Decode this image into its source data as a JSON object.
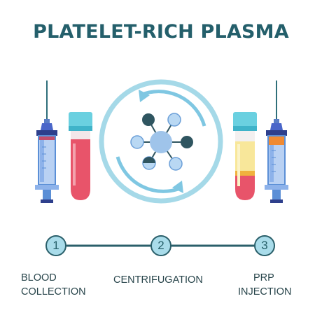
{
  "title": "PLATELET-RICH PLASMA",
  "colors": {
    "title": "#245f6b",
    "connector": "#2a5f6a",
    "step_fill": "#a9dcea",
    "blood": "#e8546a",
    "plasma_yellow": "#f8e79a",
    "syringe_blue": "#5b8fd6",
    "syringe_orange": "#f08a32",
    "cell": "#9fc4ea",
    "arrow": "#7fc7e2"
  },
  "steps": [
    {
      "number": "1",
      "lines": [
        "BLOOD",
        "COLLECTION"
      ]
    },
    {
      "number": "2",
      "lines": [
        "CENTRIFUGATION"
      ]
    },
    {
      "number": "3",
      "lines": [
        "PRP",
        "INJECTION"
      ]
    }
  ]
}
